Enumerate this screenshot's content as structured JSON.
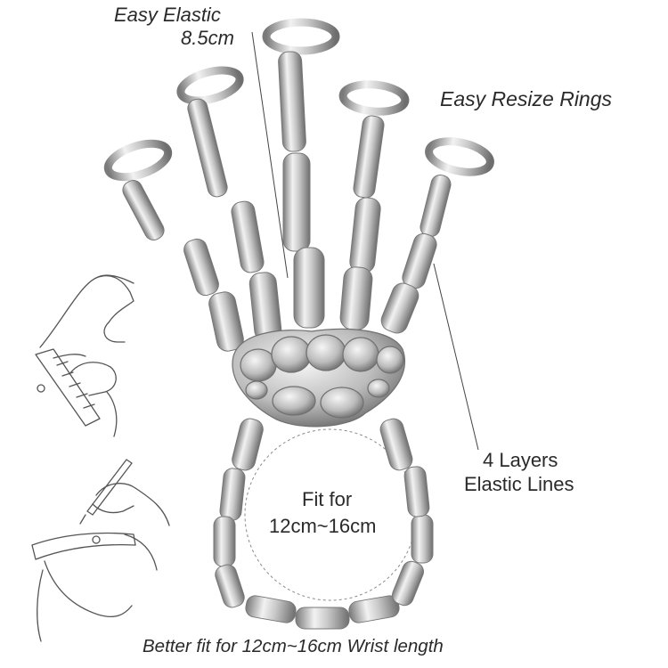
{
  "labels": {
    "elastic_line1": "Easy Elastic",
    "elastic_line2": "8.5cm",
    "resize_rings": "Easy Resize Rings",
    "layers_line1": "4 Layers",
    "layers_line2": "Elastic Lines",
    "fit_line1": "Fit for",
    "fit_line2": "12cm~16cm",
    "bottom_caption": "Better fit for 12cm~16cm Wrist length"
  },
  "colors": {
    "background": "#ffffff",
    "text": "#2a2a2a",
    "silver_light": "#f2f2f2",
    "silver_mid": "#bdbdbd",
    "silver_dark": "#7a7a7a",
    "sketch_line": "#555555"
  },
  "illustration": {
    "subject": "silver skeleton hand bracelet with finger rings",
    "sketches": [
      "measure-wrist-step-1",
      "mark-tape-step-2"
    ]
  }
}
